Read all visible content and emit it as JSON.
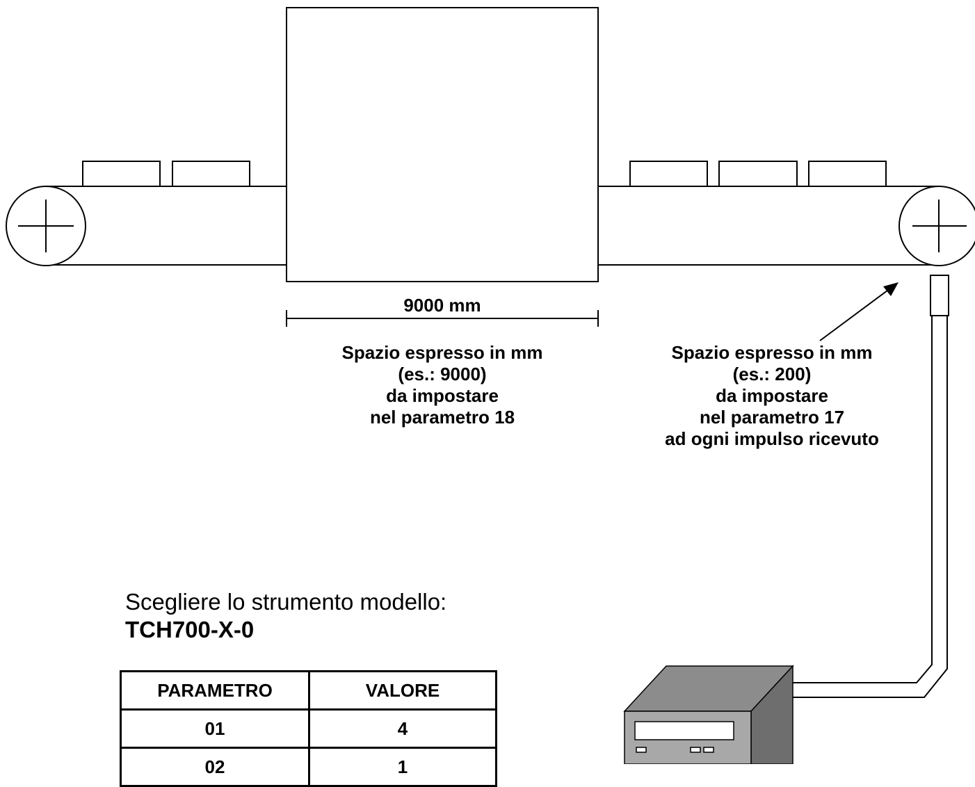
{
  "dimension": {
    "label": "9000 mm"
  },
  "note_left": {
    "lines": [
      "Spazio espresso in mm",
      "(es.: 9000)",
      "da impostare",
      "nel parametro 18"
    ]
  },
  "note_right": {
    "lines": [
      "Spazio espresso in mm",
      "(es.: 200)",
      "da impostare",
      "nel parametro 17",
      "ad ogni impulso ricevuto"
    ]
  },
  "model": {
    "intro": "Scegliere lo strumento modello:",
    "code": "TCH700-X-0"
  },
  "table": {
    "headers": [
      "PARAMETRO",
      "VALORE"
    ],
    "rows": [
      [
        "01",
        "4"
      ],
      [
        "02",
        "1"
      ]
    ]
  },
  "colors": {
    "line": "#000000",
    "device_top": "#8c8c8c",
    "device_front": "#a8a8a8",
    "device_side": "#6e6e6e"
  }
}
